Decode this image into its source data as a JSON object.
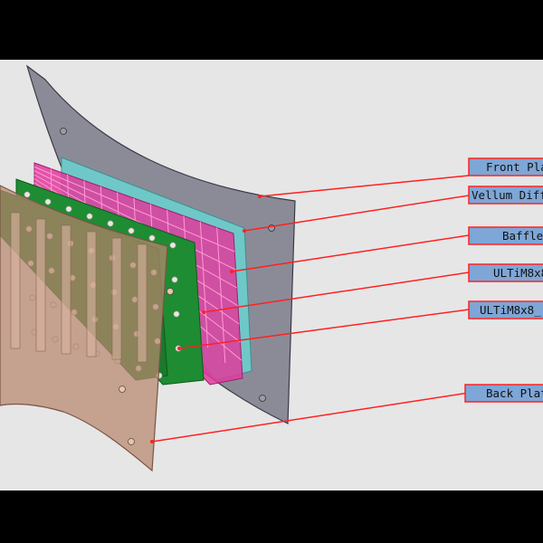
{
  "diagram": {
    "colors": {
      "frame": "#000000",
      "canvas": "#e6e6e6",
      "leader": "#ff2020",
      "label_fill": "#7ea6d6",
      "label_border": "#ff2020",
      "front_plate": "#6c6c7e",
      "diffuser": "#6fc8c8",
      "baffle": "#e0399b",
      "pcb": "#1e8c32",
      "back_plate": "#b8866e"
    },
    "callouts": [
      {
        "id": "front-plate",
        "label": "Front Plate"
      },
      {
        "id": "vellum-diffuser",
        "label": "Vellum Diffuser"
      },
      {
        "id": "baffle",
        "label": "Baffle"
      },
      {
        "id": "ultim8x8-front",
        "label": "ULTiM8x8"
      },
      {
        "id": "ultim8x8-back",
        "label": "ULTiM8x8_"
      },
      {
        "id": "back-plate",
        "label": "Back Plate"
      }
    ]
  }
}
